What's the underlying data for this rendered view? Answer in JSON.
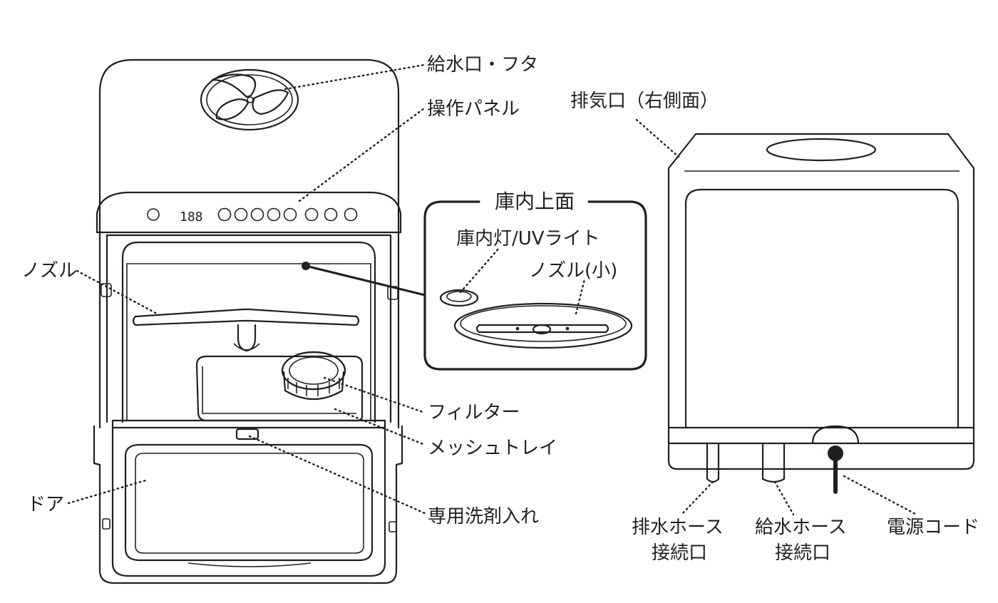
{
  "labels": {
    "water_inlet_lid": "給水口・フタ",
    "control_panel": "操作パネル",
    "exhaust_port": "排気口（右側面）",
    "nozzle": "ノズル",
    "cavity_top": "庫内上面",
    "interior_light": "庫内灯/UVライト",
    "nozzle_small": "ノズル(小)",
    "filter": "フィルター",
    "mesh_tray": "メッシュトレイ",
    "door": "ドア",
    "detergent_compartment": "専用洗剤入れ",
    "drain_hose_line1": "排水ホース",
    "drain_hose_line2": "接続口",
    "supply_hose_line1": "給水ホース",
    "supply_hose_line2": "接続口",
    "power_cord": "電源コード"
  },
  "panel_display": "188"
}
